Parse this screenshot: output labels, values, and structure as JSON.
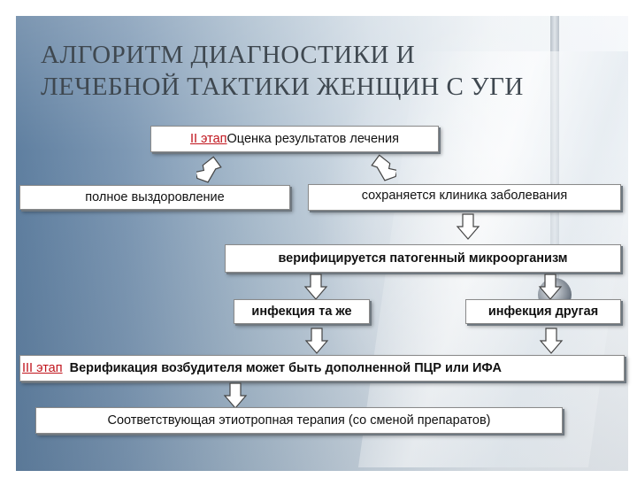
{
  "title": {
    "line1": "АЛГОРИТМ ДИАГНОСТИКИ И",
    "line2": "ЛЕЧЕБНОЙ ТАКТИКИ ЖЕНЩИН С УГИ"
  },
  "stage2": {
    "label": "II этап ",
    "text": "Оценка результатов лечения"
  },
  "outcomes": {
    "full_recovery": "полное выздоровление",
    "persists": "сохраняется клиника заболевания"
  },
  "verified": "верифицируется патогенный микроорганизм",
  "infections": {
    "same": "инфекция та же",
    "other": "инфекция другая"
  },
  "stage3": {
    "label": "III этап",
    "text": "  Верификация возбудителя может быть дополненной ПЦР или ИФА"
  },
  "therapy": "Соответствующая этиотропная терапия (со сменой препаратов)",
  "colors": {
    "stage_label": "#c0141c",
    "box_border": "#8a8a8a",
    "title": "#3f4850"
  }
}
